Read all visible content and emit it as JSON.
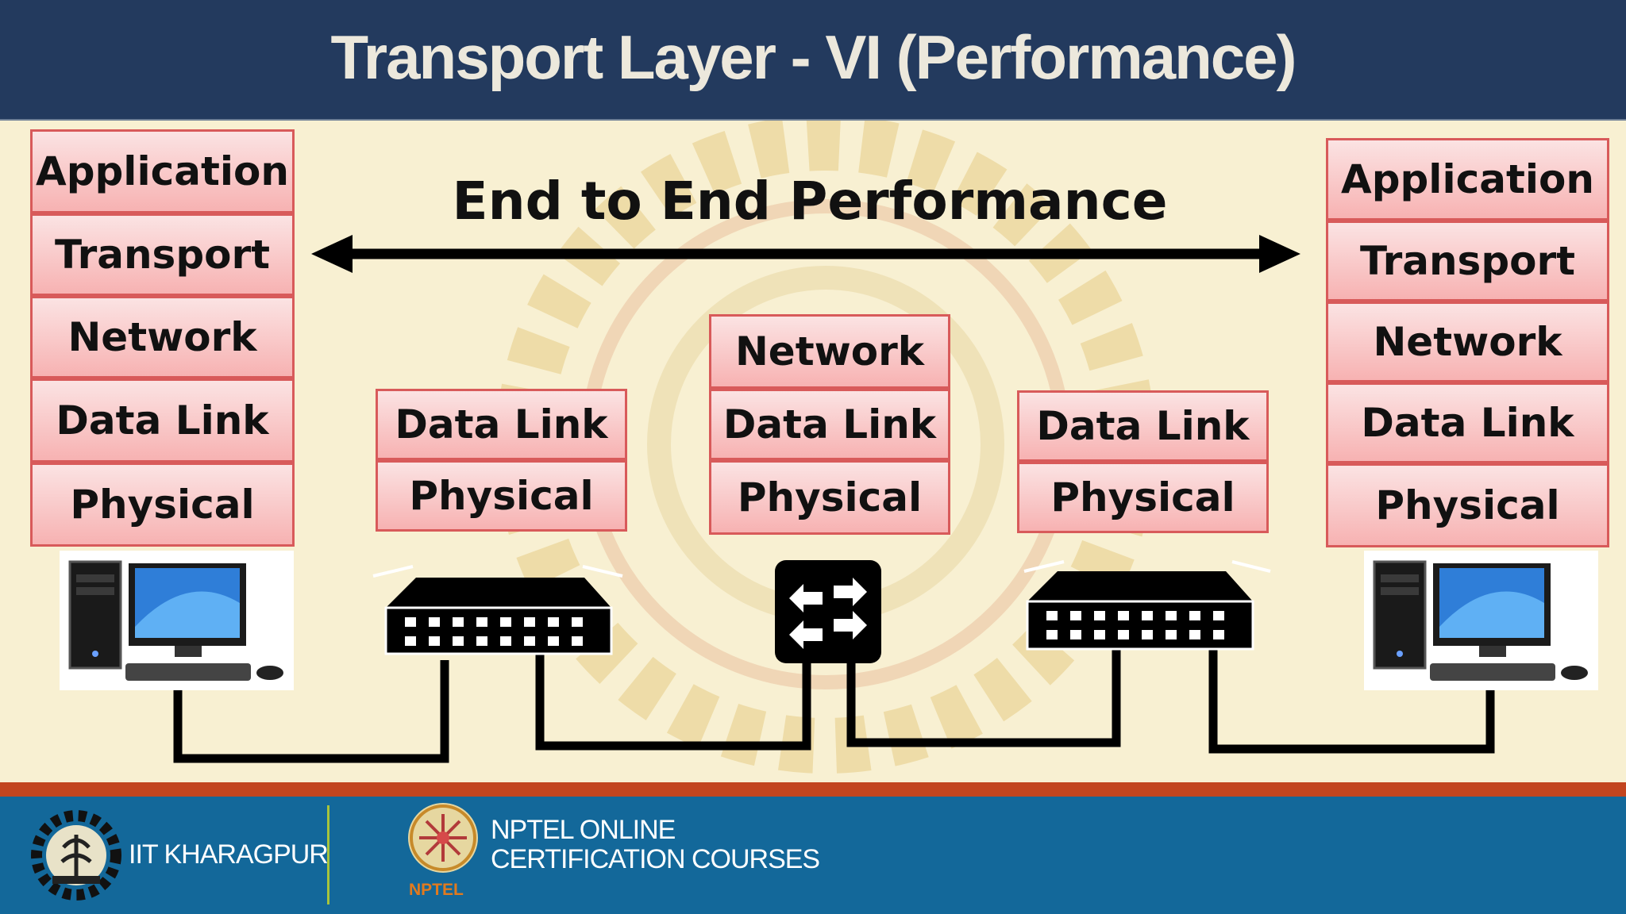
{
  "slide": {
    "title": "Transport Layer - VI (Performance)",
    "heading": "End to End Performance"
  },
  "left_host": {
    "layers": [
      "Application",
      "Transport",
      "Network",
      "Data Link",
      "Physical"
    ]
  },
  "left_switch": {
    "layers": [
      "Data Link",
      "Physical"
    ]
  },
  "router": {
    "layers": [
      "Network",
      "Data Link",
      "Physical"
    ]
  },
  "right_switch": {
    "layers": [
      "Data Link",
      "Physical"
    ]
  },
  "right_host": {
    "layers": [
      "Application",
      "Transport",
      "Network",
      "Data Link",
      "Physical"
    ]
  },
  "footer": {
    "institute": "IIT KHARAGPUR",
    "program_line1": "NPTEL ONLINE",
    "program_line2": "CERTIFICATION COURSES",
    "nptel_mark": "NPTEL"
  },
  "colors": {
    "header_bg": "#233a5e",
    "layer_fill": "#f7b2b2",
    "layer_border": "#d85a5a",
    "footer_bg": "#13689a",
    "footer_stripe": "#c2451f"
  }
}
